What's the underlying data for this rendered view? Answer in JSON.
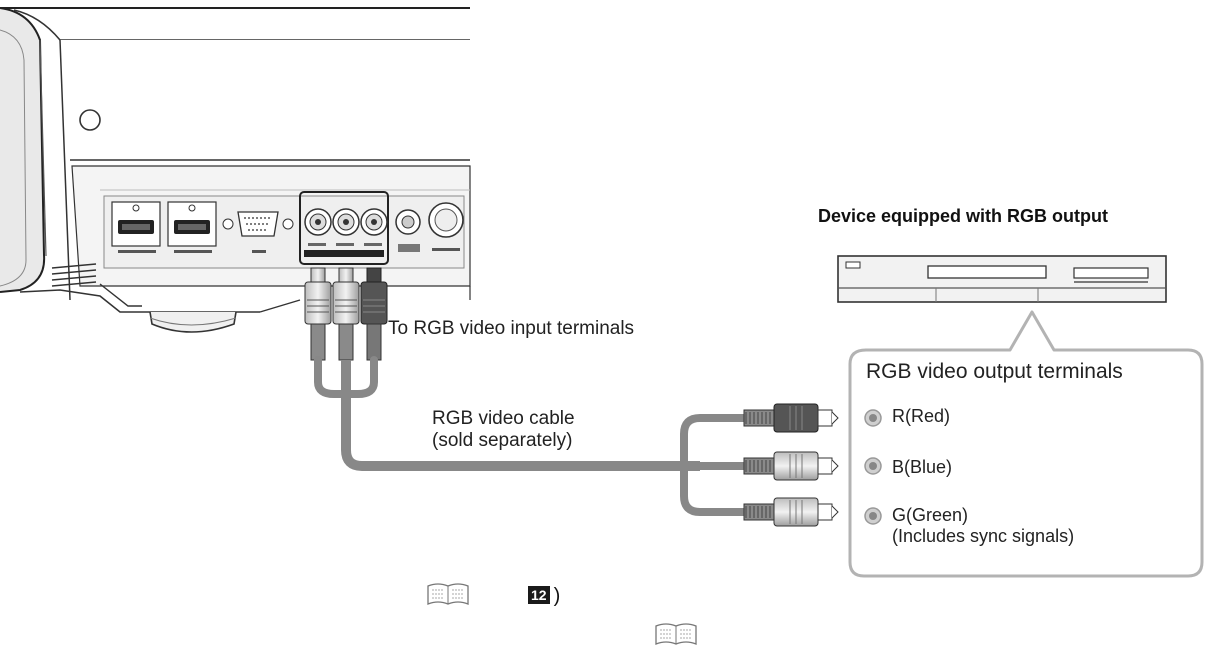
{
  "device": {
    "title": "Device equipped with RGB output"
  },
  "projector": {
    "input_label": "To RGB video input terminals"
  },
  "cable": {
    "name": "RGB video cable",
    "note": "(sold separately)"
  },
  "callout": {
    "title": "RGB video output terminals",
    "terminals": [
      {
        "label": "R(Red)",
        "note": ""
      },
      {
        "label": "B(Blue)",
        "note": ""
      },
      {
        "label": "G(Green)",
        "note": "(Includes sync signals)"
      }
    ]
  },
  "footer": {
    "page_number": "12",
    "paren": ")"
  },
  "icons": [
    "book-icon",
    "book-icon"
  ]
}
